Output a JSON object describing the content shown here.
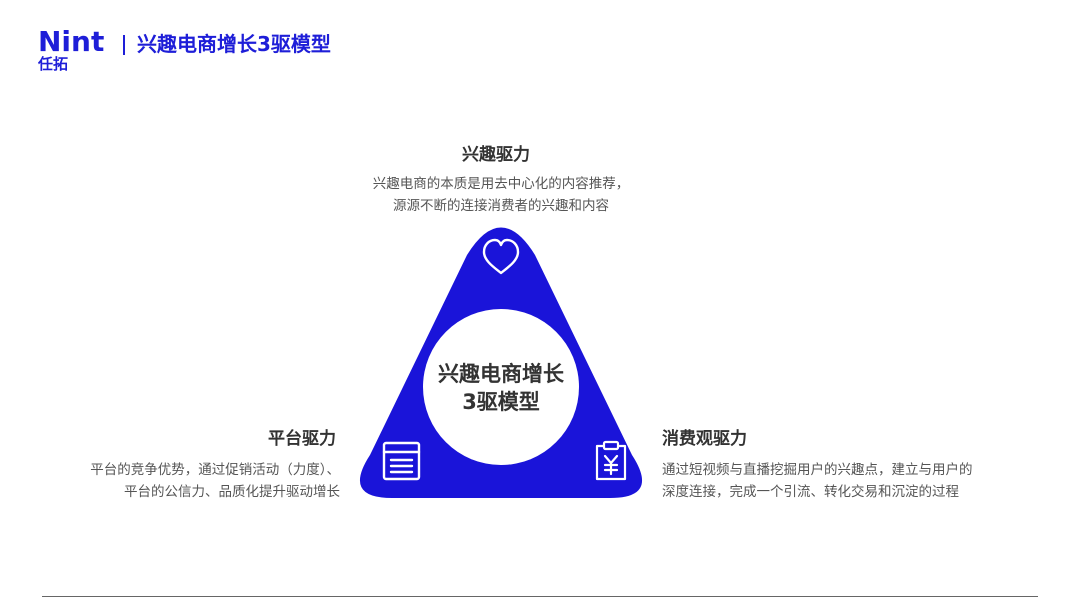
{
  "header": {
    "logo_text": "Nint",
    "logo_subtext": "任拓",
    "title": "兴趣电商增长3驱模型"
  },
  "diagram": {
    "center_label_line1": "兴趣电商增长",
    "center_label_line2": "3驱模型",
    "accent_color": "#1a14d9",
    "drivers": {
      "top": {
        "title": "兴趣驱力",
        "desc_line1": "兴趣电商的本质是用去中心化的内容推荐，",
        "desc_line2": "源源不断的连接消费者的兴趣和内容",
        "icon": "heart-icon"
      },
      "left": {
        "title": "平台驱力",
        "desc_line1": "平台的竞争优势，通过促销活动（力度）、",
        "desc_line2": "平台的公信力、品质化提升驱动增长",
        "icon": "document-list-icon"
      },
      "right": {
        "title": "消费观驱力",
        "desc_line1": "通过短视频与直播挖掘用户的兴趣点，建立与用户的",
        "desc_line2": "深度连接，完成一个引流、转化交易和沉淀的过程",
        "icon": "clipboard-yen-icon"
      }
    }
  }
}
